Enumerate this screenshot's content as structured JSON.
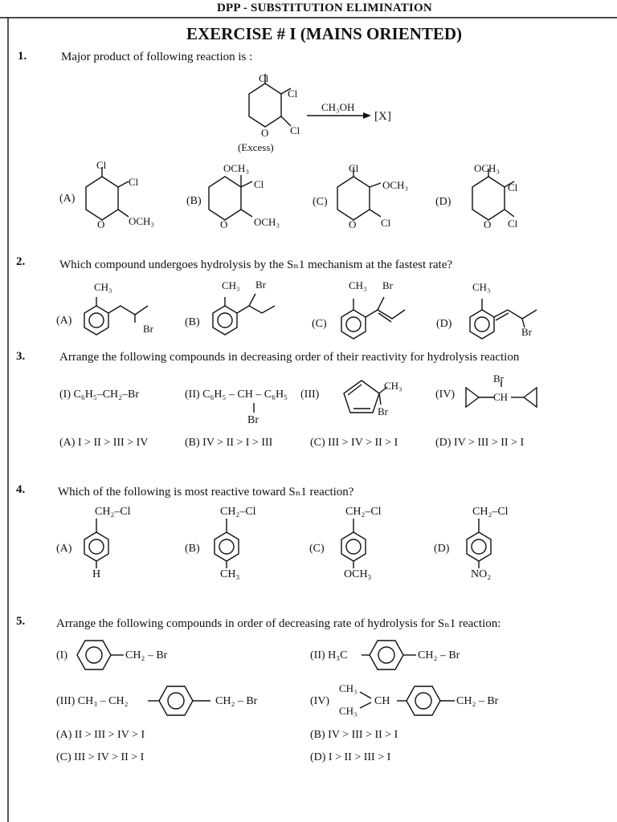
{
  "header": {
    "title": "DPP - SUBSTITUTION ELIMINATION"
  },
  "exercise": {
    "title": "EXERCISE # I (MAINS ORIENTED)"
  },
  "q1": {
    "num": "1.",
    "text": "Major product of following reaction is :",
    "reagent": "CH₃OH",
    "product": "[X]",
    "excess": "(Excess)",
    "labels": {
      "cl": "Cl",
      "och3": "OCH₃",
      "o": "O"
    },
    "options": [
      "(A)",
      "(B)",
      "(C)",
      "(D)"
    ]
  },
  "q2": {
    "num": "2.",
    "text": "Which compound undergoes hydrolysis by the Sₙ1 mechanism at the fastest rate?",
    "labels": {
      "ch3": "CH₃",
      "br": "Br"
    },
    "options": [
      "(A)",
      "(B)",
      "(C)",
      "(D)"
    ]
  },
  "q3": {
    "num": "3.",
    "text": "Arrange the following compounds in decreasing order of their reactivity for hydrolysis reaction",
    "c1": "(I) C₆H₅–CH₂–Br",
    "c2": "(II) C₆H₅ – CH – C₆H₅",
    "c2br": "Br",
    "c3": "(III)",
    "c4": "(IV)",
    "labels": {
      "ch3": "CH₃",
      "br": "Br",
      "ch": "CH"
    },
    "answers": [
      "(A) I > II > III > IV",
      "(B) IV > II > I > III",
      "(C) III > IV > II > I",
      "(D) IV > III > II > I"
    ]
  },
  "q4": {
    "num": "4.",
    "text": "Which of the following is most reactive toward Sₙ1 reaction?",
    "top": "CH₂–Cl",
    "options": [
      "(A)",
      "(B)",
      "(C)",
      "(D)"
    ],
    "bottoms": [
      "H",
      "CH₃",
      "OCH₃",
      "NO₂"
    ]
  },
  "q5": {
    "num": "5.",
    "text": "Arrange the following compounds in order of decreasing rate of hydrolysis for Sₙ1 reaction:",
    "c1": "(I)",
    "c2": "(II) H₃C",
    "c3": "(III) CH₃ – CH₂",
    "c4": "(IV)",
    "ch2br": "CH₂ – Br",
    "ch3": "CH₃",
    "ch": "CH",
    "answers": [
      "(A) II > III > IV > I",
      "(B) IV > III > II > I",
      "(C) III > IV > II > I",
      "(D) I > II > III > I"
    ]
  }
}
